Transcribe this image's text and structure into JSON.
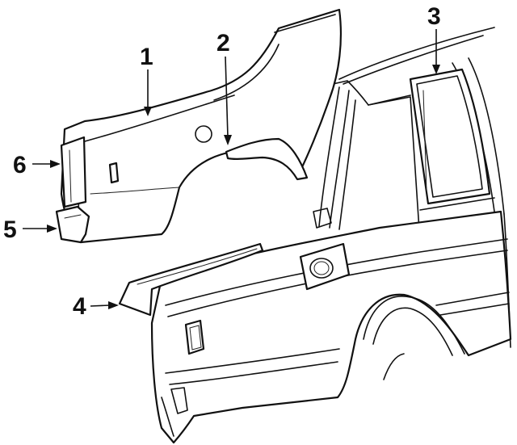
{
  "diagram": {
    "callouts": {
      "c1": "1",
      "c2": "2",
      "c3": "3",
      "c4": "4",
      "c5": "5",
      "c6": "6"
    },
    "colors": {
      "line": "#111111",
      "background": "#ffffff"
    }
  }
}
